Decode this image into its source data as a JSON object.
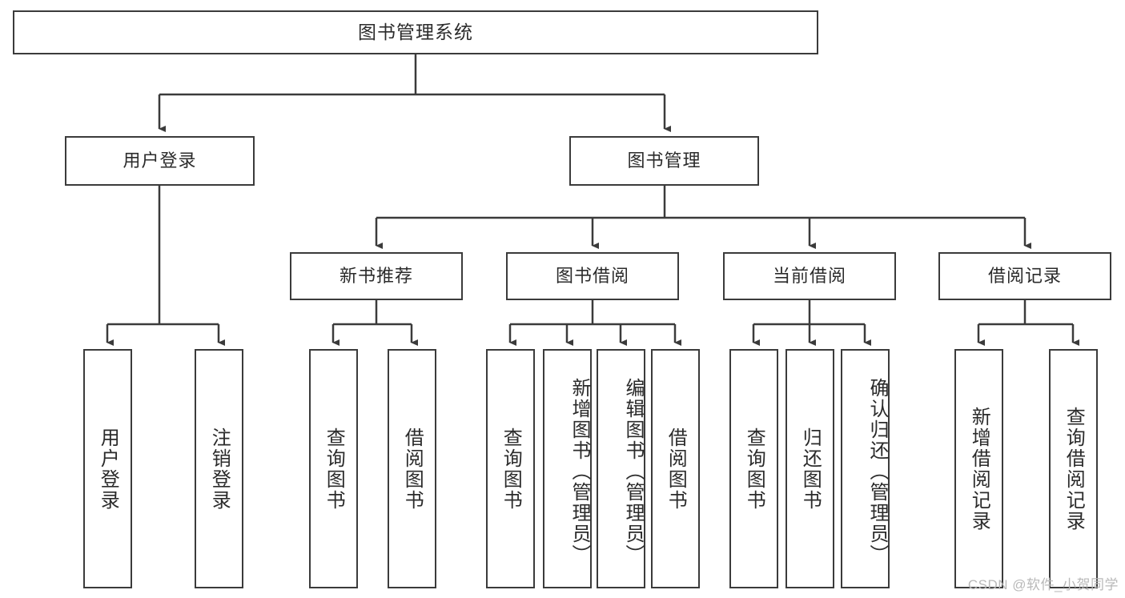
{
  "diagram": {
    "type": "tree-hierarchy",
    "title": "图书管理系统",
    "root": {
      "id": "root",
      "label": "图书管理系统",
      "orientation": "horizontal"
    },
    "level2": [
      {
        "id": "user-login",
        "label": "用户登录",
        "orientation": "horizontal"
      },
      {
        "id": "book-manage",
        "label": "图书管理",
        "orientation": "horizontal"
      }
    ],
    "level3": [
      {
        "id": "new-book-rec",
        "label": "新书推荐",
        "orientation": "horizontal",
        "parent": "book-manage"
      },
      {
        "id": "book-borrow",
        "label": "图书借阅",
        "orientation": "horizontal",
        "parent": "book-manage"
      },
      {
        "id": "current-borrow",
        "label": "当前借阅",
        "orientation": "horizontal",
        "parent": "book-manage"
      },
      {
        "id": "borrow-record",
        "label": "借阅记录",
        "orientation": "horizontal",
        "parent": "book-manage"
      }
    ],
    "leaves": [
      {
        "id": "leaf-user-login",
        "label": "用户登录",
        "parent": "user-login"
      },
      {
        "id": "leaf-logout",
        "label": "注销登录",
        "parent": "user-login"
      },
      {
        "id": "leaf-query-book-1",
        "label": "查询图书",
        "parent": "new-book-rec"
      },
      {
        "id": "leaf-borrow-book-1",
        "label": "借阅图书",
        "parent": "new-book-rec"
      },
      {
        "id": "leaf-query-book-2",
        "label": "查询图书",
        "parent": "book-borrow"
      },
      {
        "id": "leaf-add-book",
        "label": "新增图书（管理员）",
        "parent": "book-borrow"
      },
      {
        "id": "leaf-edit-book",
        "label": "编辑图书（管理员）",
        "parent": "book-borrow"
      },
      {
        "id": "leaf-borrow-book-2",
        "label": "借阅图书",
        "parent": "book-borrow"
      },
      {
        "id": "leaf-query-book-3",
        "label": "查询图书",
        "parent": "current-borrow"
      },
      {
        "id": "leaf-return-book",
        "label": "归还图书",
        "parent": "current-borrow"
      },
      {
        "id": "leaf-confirm-return",
        "label": "确认归还（管理员）",
        "parent": "current-borrow"
      },
      {
        "id": "leaf-add-record",
        "label": "新增借阅记录",
        "parent": "borrow-record"
      },
      {
        "id": "leaf-query-record",
        "label": "查询借阅记录",
        "parent": "borrow-record"
      }
    ],
    "watermark": "CSDN @软件_小贺同学",
    "colors": {
      "stroke": "#3b3b3b",
      "background": "#ffffff",
      "text": "#2b2b2b",
      "watermark": "#b9b9b9"
    }
  }
}
